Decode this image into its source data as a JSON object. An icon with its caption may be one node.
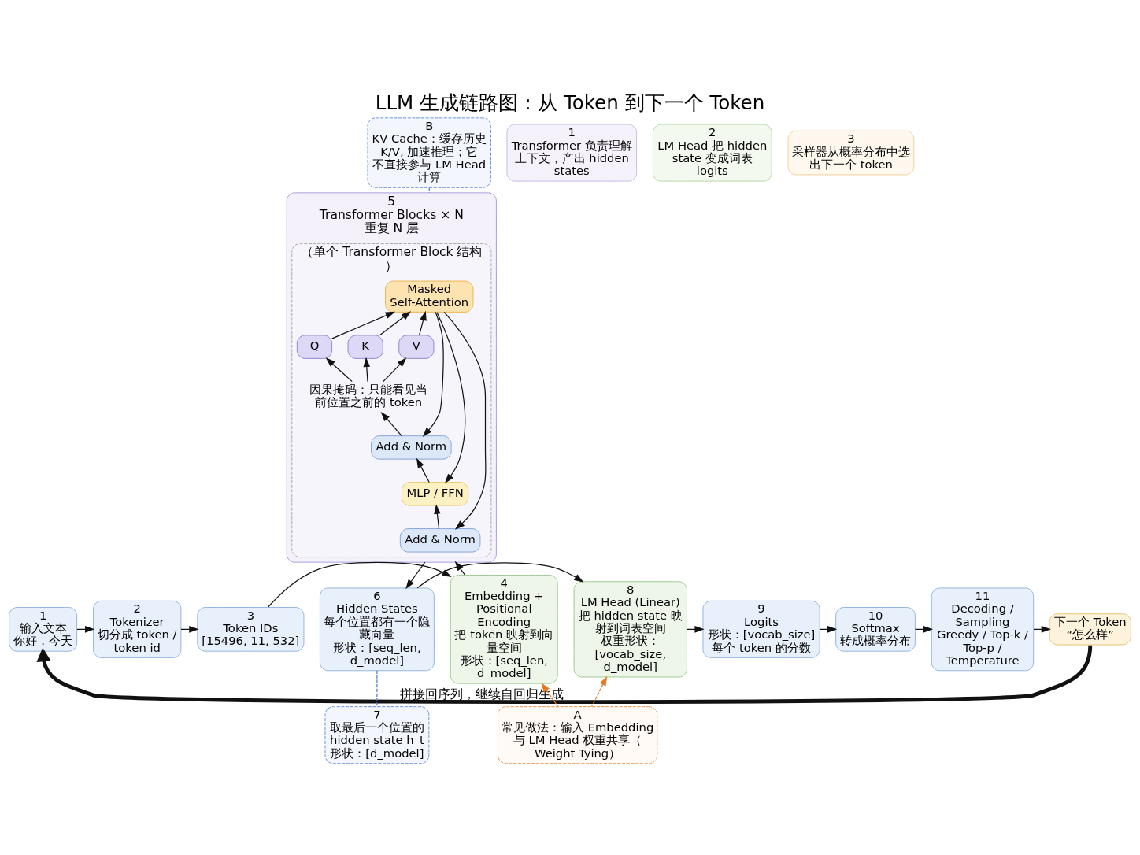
{
  "diagram": {
    "title": "LLM 生成链路图：从 Token 到下一个 Token",
    "nodes": [
      {
        "text": [
          "1",
          "输入文本",
          "你好，今天"
        ]
      },
      {
        "text": [
          "2",
          "Tokenizer",
          "切分成 token / token id"
        ]
      },
      {
        "text": [
          "3",
          "Token IDs",
          "[15496, 11, 532]"
        ]
      },
      {
        "text": [
          "4",
          "Embedding + Positional Encoding",
          "把 token 映射到向量空间",
          "形状：[seq_len, d_model]"
        ]
      },
      {
        "text": [
          "5",
          "Transformer Blocks × N",
          "重复 N 层"
        ]
      },
      {
        "text": [
          "（单个 Transformer Block 结构）"
        ],
        "in": 4
      },
      {
        "text": [
          "Masked Self-Attention"
        ],
        "in": 5
      },
      {
        "text": [
          "Q"
        ],
        "in": 5
      },
      {
        "text": [
          "K"
        ],
        "in": 5
      },
      {
        "text": [
          "V"
        ],
        "in": 5
      },
      {
        "text": [
          "因果掩码：只能看见当前位置之前的 token"
        ],
        "in": 5
      },
      {
        "text": [
          "Add & Norm"
        ],
        "in": 5
      },
      {
        "text": [
          "MLP / FFN"
        ],
        "in": 5
      },
      {
        "text": [
          "Add & Norm"
        ],
        "in": 5
      },
      {
        "text": [
          "B",
          "KV Cache：缓存历史 K/V, 加速推理；它不直接参与 LM Head 计算"
        ]
      },
      {
        "text": [
          "6",
          "Hidden States",
          "每个位置都有一个隐藏向量",
          "形状：[seq_len, d_model]"
        ]
      },
      {
        "text": [
          "7",
          "取最后一个位置的 hidden state h_t",
          "形状：[d_model]"
        ]
      },
      {
        "text": [
          "8",
          "LM Head (Linear)",
          "把 hidden state 映射到词表空间",
          "权重形状：[vocab_size, d_model]"
        ]
      },
      {
        "text": [
          "9",
          "Logits",
          "形状：[vocab_size]",
          "每个 token 的分数"
        ]
      },
      {
        "text": [
          "10",
          "Softmax",
          "转成概率分布"
        ]
      },
      {
        "text": [
          "11",
          "Decoding / Sampling",
          "Greedy / Top-k / Top-p / Temperature"
        ]
      },
      {
        "text": [
          "下一个 Token",
          "“怎么样”"
        ]
      },
      {
        "text": [
          "A",
          "常见做法：输入 Embedding 与 LM Head 权重共享（Weight Tying）"
        ]
      },
      {
        "text": [
          "1",
          "Transformer 负责理解上下文，产出 hidden states"
        ]
      },
      {
        "text": [
          "2",
          "LM Head 把 hidden state 变成词表 logits"
        ]
      },
      {
        "text": [
          "3",
          "采样器从概率分布中选出下一个 token"
        ]
      }
    ],
    "edges": [
      {
        "from": 0,
        "to": 1,
        "arrow": "to"
      },
      {
        "from": 1,
        "to": 2,
        "arrow": "to"
      },
      {
        "from": 2,
        "to": 3,
        "arrow": "to"
      },
      {
        "from": 3,
        "to": 4,
        "arrow": "to"
      },
      {
        "from": 13,
        "to": 12,
        "arrow": "to"
      },
      {
        "from": 12,
        "to": 11,
        "arrow": "to"
      },
      {
        "from": 11,
        "to": 10,
        "arrow": "to"
      },
      {
        "from": 10,
        "to": 7,
        "arrow": "to"
      },
      {
        "from": 10,
        "to": 8,
        "arrow": "to"
      },
      {
        "from": 10,
        "to": 9,
        "arrow": "to"
      },
      {
        "from": 7,
        "to": 6,
        "arrow": "to"
      },
      {
        "from": 8,
        "to": 6,
        "arrow": "to"
      },
      {
        "from": 9,
        "to": 6,
        "arrow": "to"
      },
      {
        "from": 6,
        "to": 11,
        "arrow": "to"
      },
      {
        "from": 6,
        "to": 12,
        "arrow": "to"
      },
      {
        "from": 6,
        "to": 13,
        "arrow": "to"
      },
      {
        "from": 14,
        "to": 4,
        "arrow": "none",
        "style": "dashed",
        "color": "#4a7cc9"
      },
      {
        "from": 4,
        "to": 15,
        "arrow": "to"
      },
      {
        "from": 15,
        "to": 17,
        "arrow": "to"
      },
      {
        "from": 16,
        "to": 15,
        "arrow": "none",
        "style": "dashed",
        "color": "#4a7cc9"
      },
      {
        "from": 17,
        "to": 18,
        "arrow": "to"
      },
      {
        "from": 18,
        "to": 19,
        "arrow": "to"
      },
      {
        "from": 19,
        "to": 20,
        "arrow": "to"
      },
      {
        "from": 20,
        "to": 21,
        "arrow": "to"
      },
      {
        "from": 21,
        "to": 0,
        "arrow": "to",
        "label": "拼接回序列，继续自回归生成",
        "style": "thick"
      },
      {
        "from": 22,
        "to": 3,
        "arrow": "to",
        "style": "dashed",
        "color": "#e07b2a"
      },
      {
        "from": 22,
        "to": 17,
        "arrow": "to",
        "style": "dashed",
        "color": "#e07b2a"
      }
    ]
  }
}
